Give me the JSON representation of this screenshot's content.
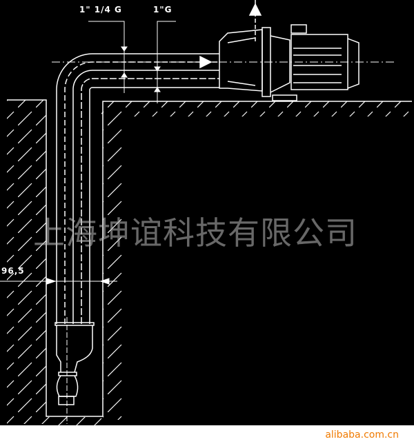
{
  "labels": {
    "pipe_large": "1\" 1/4 G",
    "pipe_small": "1\"G",
    "diameter": "96,5"
  },
  "watermark": "上海坤谊科技有限公司",
  "footer": {
    "site": "alibaba.com.cn"
  },
  "colors": {
    "background": "#000000",
    "lines": "#ffffff",
    "footer_text": "#f07a00"
  }
}
